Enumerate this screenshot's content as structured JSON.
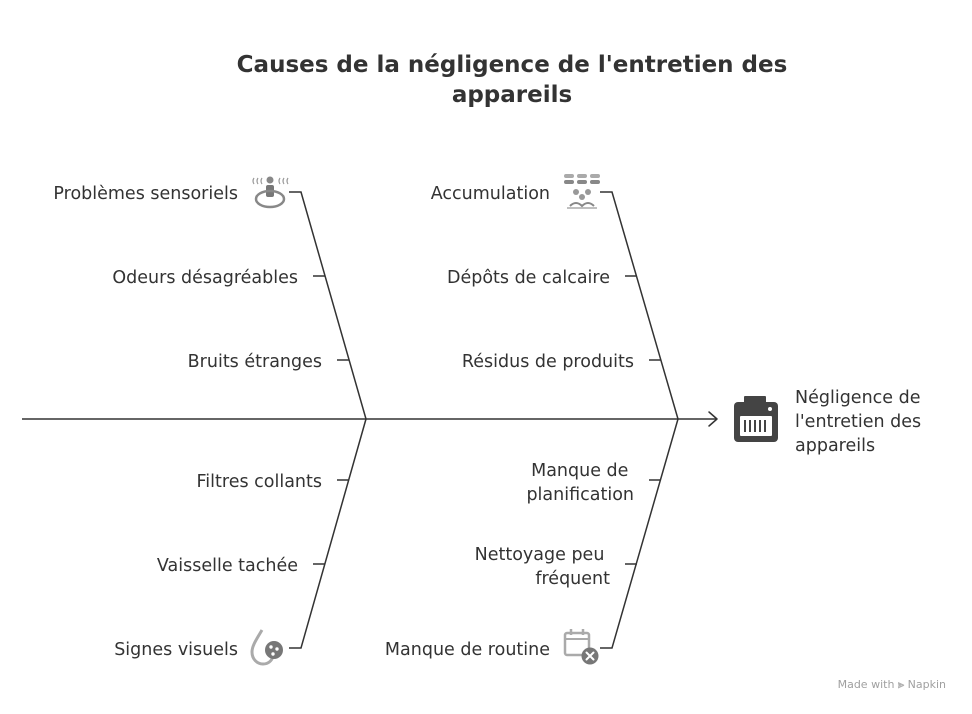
{
  "title": "Causes de la négligence de l'entretien des appareils",
  "effect": {
    "lines": [
      "Négligence de",
      "l'entretien des",
      "appareils"
    ],
    "icon": "printer-icon"
  },
  "branches": {
    "sensory": {
      "label": "Problèmes sensoriels",
      "icon": "sensory-person-icon",
      "causes": [
        "Odeurs désagréables",
        "Bruits étranges"
      ]
    },
    "accumulation": {
      "label": "Accumulation",
      "icon": "accumulation-icon",
      "causes": [
        "Dépôts de calcaire",
        "Résidus de produits"
      ]
    },
    "visual": {
      "label": "Signes visuels",
      "icon": "stained-drop-icon",
      "causes": [
        "Filtres collants",
        "Vaisselle tachée"
      ]
    },
    "routine": {
      "label": "Manque de routine",
      "icon": "calendar-cancel-icon",
      "causes": [
        [
          "Manque de",
          "planification"
        ],
        [
          "Nettoyage peu",
          "fréquent"
        ]
      ]
    }
  },
  "footer": {
    "made_with": "Made with",
    "brand": "Napkin"
  },
  "colors": {
    "line": "#333333",
    "icon": "#555555",
    "icon_light": "#aaaaaa",
    "footer": "#a0a0a0"
  }
}
